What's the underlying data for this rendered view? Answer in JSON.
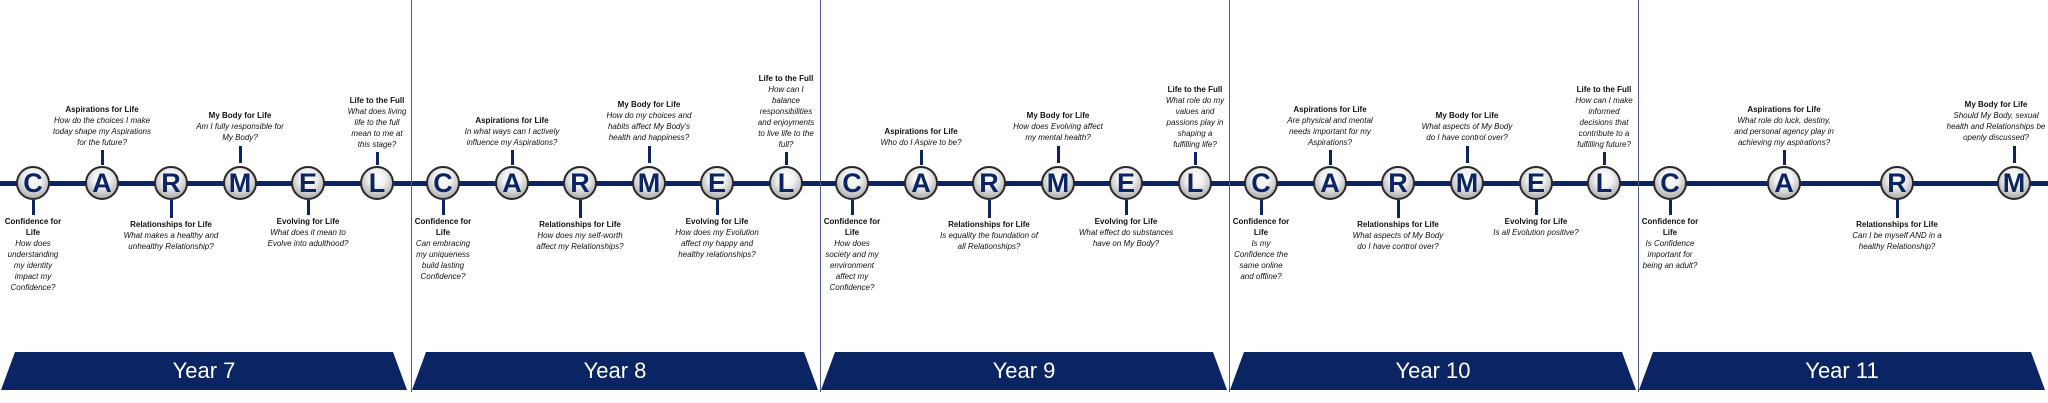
{
  "years": [
    {
      "label": "Year 7",
      "items": [
        {
          "letter": "C",
          "title": "Confidence for Life",
          "question": "How does understanding my identity impact my Confidence?"
        },
        {
          "letter": "A",
          "title": "Aspirations for Life",
          "question": "How do the choices I make today shape my Aspirations for the future?"
        },
        {
          "letter": "R",
          "title": "Relationships for Life",
          "question": "What makes a healthy and unhealthy Relationship?"
        },
        {
          "letter": "M",
          "title": "My Body for Life",
          "question": "Am I fully responsible for My Body?"
        },
        {
          "letter": "E",
          "title": "Evolving for Life",
          "question": "What does it mean to Evolve into adulthood?"
        },
        {
          "letter": "L",
          "title": "Life to the Full",
          "question": "What does living life to the full mean to me at this stage?"
        }
      ]
    },
    {
      "label": "Year 8",
      "items": [
        {
          "letter": "C",
          "title": "Confidence for Life",
          "question": "Can embracing my uniqueness build lasting Confidence?"
        },
        {
          "letter": "A",
          "title": "Aspirations for Life",
          "question": "In what ways can I actively influence my Aspirations?"
        },
        {
          "letter": "R",
          "title": "Relationships for Life",
          "question": "How does my self-worth affect my Relationships?"
        },
        {
          "letter": "M",
          "title": "My Body for Life",
          "question": "How do my choices and habits affect My Body's health and happiness?"
        },
        {
          "letter": "E",
          "title": "Evolving for Life",
          "question": "How does my Evolution affect my happy and healthy relationships?"
        },
        {
          "letter": "L",
          "title": "Life to the Full",
          "question": "How can I balance responsibilities and enjoyments to live life to the full?"
        }
      ]
    },
    {
      "label": "Year 9",
      "items": [
        {
          "letter": "C",
          "title": "Confidence for Life",
          "question": "How does society and my environment affect my Confidence?"
        },
        {
          "letter": "A",
          "title": "Aspirations for Life",
          "question": "Who do I Aspire to be?"
        },
        {
          "letter": "R",
          "title": "Relationships for Life",
          "question": "Is equality the foundation of all Relationships?"
        },
        {
          "letter": "M",
          "title": "My Body for Life",
          "question": "How does Evolving affect my mental health?"
        },
        {
          "letter": "E",
          "title": "Evolving for Life",
          "question": "What effect do substances have on My Body?"
        },
        {
          "letter": "L",
          "title": "Life to the Full",
          "question": "What role do my values and passions play in shaping a fulfilling life?"
        }
      ]
    },
    {
      "label": "Year 10",
      "items": [
        {
          "letter": "C",
          "title": "Confidence for Life",
          "question": "Is my Confidence the same online and offline?"
        },
        {
          "letter": "A",
          "title": "Aspirations for Life",
          "question": "Are physical and mental needs important for my Aspirations?"
        },
        {
          "letter": "R",
          "title": "Relationships for Life",
          "question": "What aspects of My Body do I have control over?"
        },
        {
          "letter": "M",
          "title": "My Body for Life",
          "question": "What aspects of My Body do I have control over?"
        },
        {
          "letter": "E",
          "title": "Evolving for Life",
          "question": "Is all Evolution positive?"
        },
        {
          "letter": "L",
          "title": "Life to the Full",
          "question": "How can I make informed decisions that contribute to a fulfilling future?"
        }
      ]
    },
    {
      "label": "Year 11",
      "items": [
        {
          "letter": "C",
          "title": "Confidence for Life",
          "question": "Is Confidence important for being an adult?"
        },
        {
          "letter": "A",
          "title": "Aspirations for Life",
          "question": "What role do luck, destiny, and personal agency play in achieving my aspirations?"
        },
        {
          "letter": "R",
          "title": "Relationships for Life",
          "question": "Can I be myself AND in a healthy Relationship?"
        },
        {
          "letter": "M",
          "title": "My Body for Life",
          "question": "Should My Body, sexual health and Relationships be openly discussed?"
        }
      ]
    }
  ]
}
